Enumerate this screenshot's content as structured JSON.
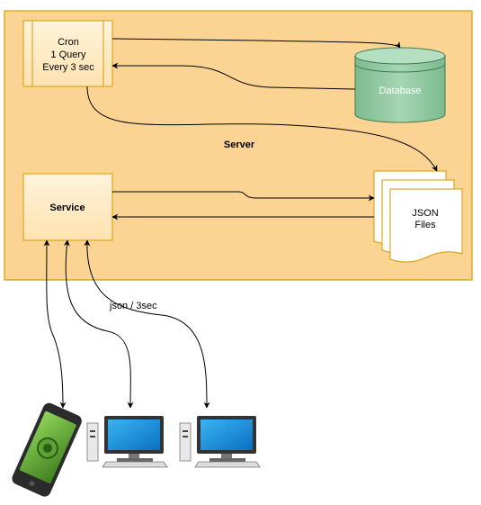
{
  "server": {
    "label": "Server"
  },
  "cron": {
    "line1": "Cron",
    "line2": "1 Query",
    "line3": "Every 3 sec"
  },
  "database": {
    "label": "Database"
  },
  "service": {
    "label": "Service"
  },
  "json_files": {
    "line1": "JSON",
    "line2": "Files"
  },
  "client_link": {
    "label": "json / 3sec"
  },
  "clients": [
    {
      "icon": "smartphone-icon"
    },
    {
      "icon": "desktop-computer-icon"
    },
    {
      "icon": "desktop-computer-icon"
    }
  ],
  "colors": {
    "server_fill": "#fbd494",
    "server_stroke": "#d79b00",
    "box_fill": "#ffe8c0",
    "database_fill": "#8fc8a0",
    "database_stroke": "#3f7a4e",
    "monitor_blue": "#1e8fdc",
    "phone_green": "#67b037"
  }
}
